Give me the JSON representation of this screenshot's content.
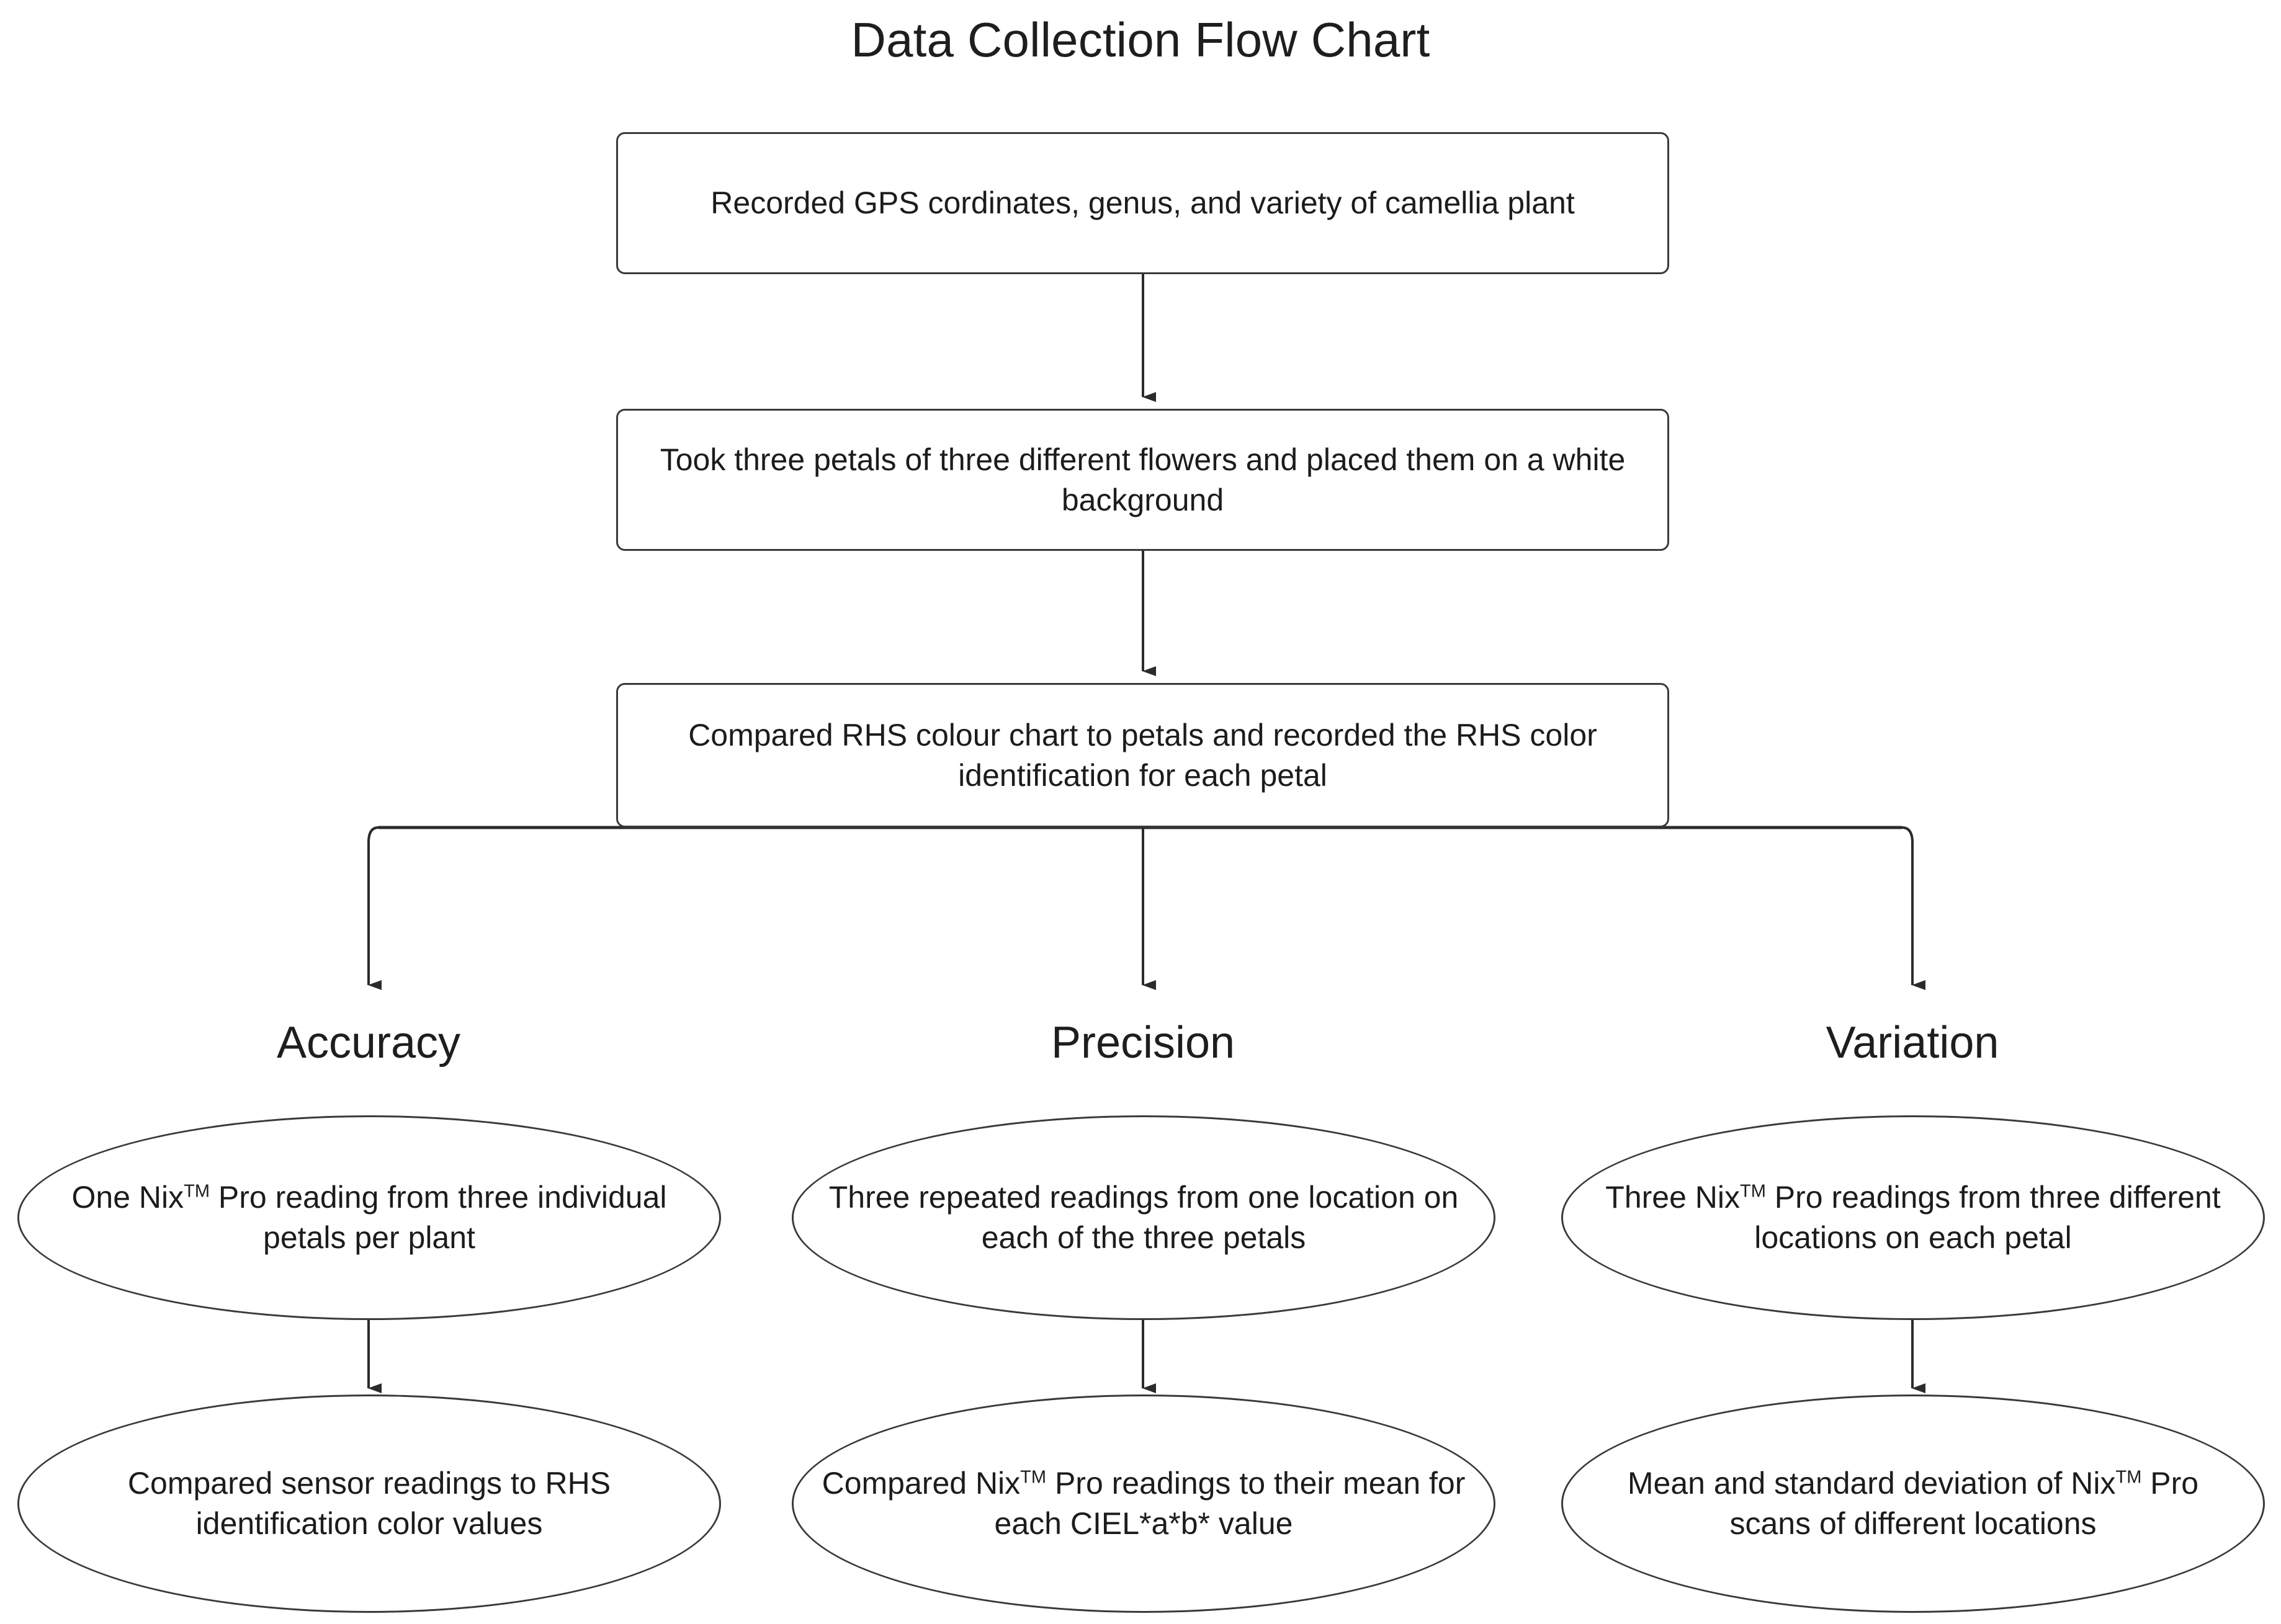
{
  "title": "Data Collection Flow Chart",
  "diagram": {
    "type": "flowchart",
    "orientation": "top-down",
    "stroke_color": "#3a3a3a",
    "text_color": "#1c1c1c",
    "background": "#ffffff"
  },
  "steps": [
    {
      "id": "step-1",
      "shape": "rounded-rectangle",
      "text": "Recorded GPS cordinates, genus, and variety of camellia plant"
    },
    {
      "id": "step-2",
      "shape": "rounded-rectangle",
      "text": "Took three petals of three different flowers and placed them on a white background"
    },
    {
      "id": "step-3",
      "shape": "rounded-rectangle",
      "text": "Compared RHS colour chart to petals and recorded the RHS color identification for each petal"
    }
  ],
  "branches": [
    {
      "id": "branch-accuracy",
      "label": "Accuracy",
      "nodes": [
        {
          "id": "accuracy-node-1",
          "shape": "stadium",
          "text_before": "One Nix",
          "superscript": "TM",
          "text_after": " Pro reading from three individual petals per plant"
        },
        {
          "id": "accuracy-node-2",
          "shape": "stadium",
          "text_before": "Compared sensor readings to RHS identification color values",
          "superscript": "",
          "text_after": ""
        }
      ]
    },
    {
      "id": "branch-precision",
      "label": "Precision",
      "nodes": [
        {
          "id": "precision-node-1",
          "shape": "stadium",
          "text_before": "Three repeated readings from one location on each of the three petals",
          "superscript": "",
          "text_after": ""
        },
        {
          "id": "precision-node-2",
          "shape": "stadium",
          "text_before": "Compared Nix",
          "superscript": "TM",
          "text_after": " Pro readings to their mean for each CIEL*a*b* value"
        }
      ]
    },
    {
      "id": "branch-variation",
      "label": "Variation",
      "nodes": [
        {
          "id": "variation-node-1",
          "shape": "stadium",
          "text_before": "Three Nix",
          "superscript": "TM",
          "text_after": " Pro readings from three different locations on each petal"
        },
        {
          "id": "variation-node-2",
          "shape": "stadium",
          "text_before": "Mean and standard deviation of Nix",
          "superscript": "TM",
          "text_after": " Pro scans of different locations"
        }
      ]
    }
  ]
}
